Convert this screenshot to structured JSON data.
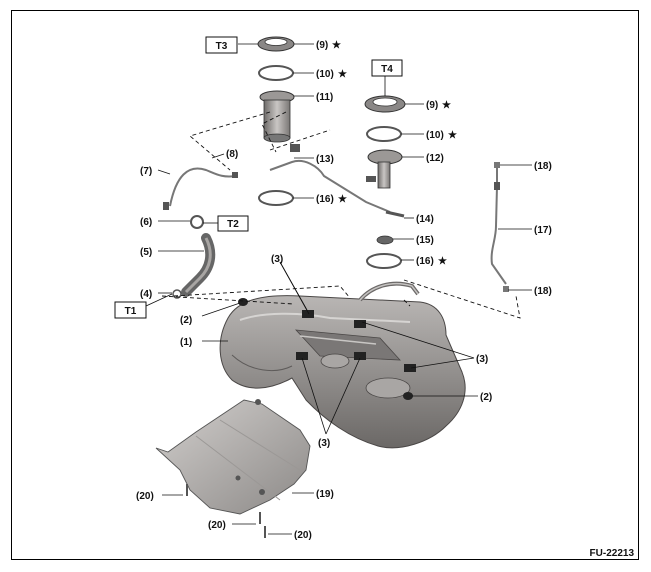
{
  "figure_id": "FU-22213",
  "tool_boxes": {
    "t1": "T1",
    "t2": "T2",
    "t3": "T3",
    "t4": "T4"
  },
  "labels": {
    "l9a": "(9)",
    "l10a": "(10)",
    "l11": "(11)",
    "l8": "(8)",
    "l7": "(7)",
    "l13": "(13)",
    "l16a": "(16)",
    "l6": "(6)",
    "l5": "(5)",
    "l4": "(4)",
    "l2a": "(2)",
    "l1": "(1)",
    "l3a": "(3)",
    "l3b": "(3)",
    "l3c": "(3)",
    "l9b": "(9)",
    "l10b": "(10)",
    "l12": "(12)",
    "l14": "(14)",
    "l15": "(15)",
    "l16b": "(16)",
    "l18a": "(18)",
    "l17": "(17)",
    "l18b": "(18)",
    "l2b": "(2)",
    "l19": "(19)",
    "l20a": "(20)",
    "l20b": "(20)",
    "l20c": "(20)"
  },
  "star": "★",
  "colors": {
    "line": "#111111",
    "tank": "#8a8786",
    "tank_dark": "#5f5c5b",
    "shield": "#b0adab",
    "part": "#9a9795",
    "highlight": "#d8d6d4"
  }
}
